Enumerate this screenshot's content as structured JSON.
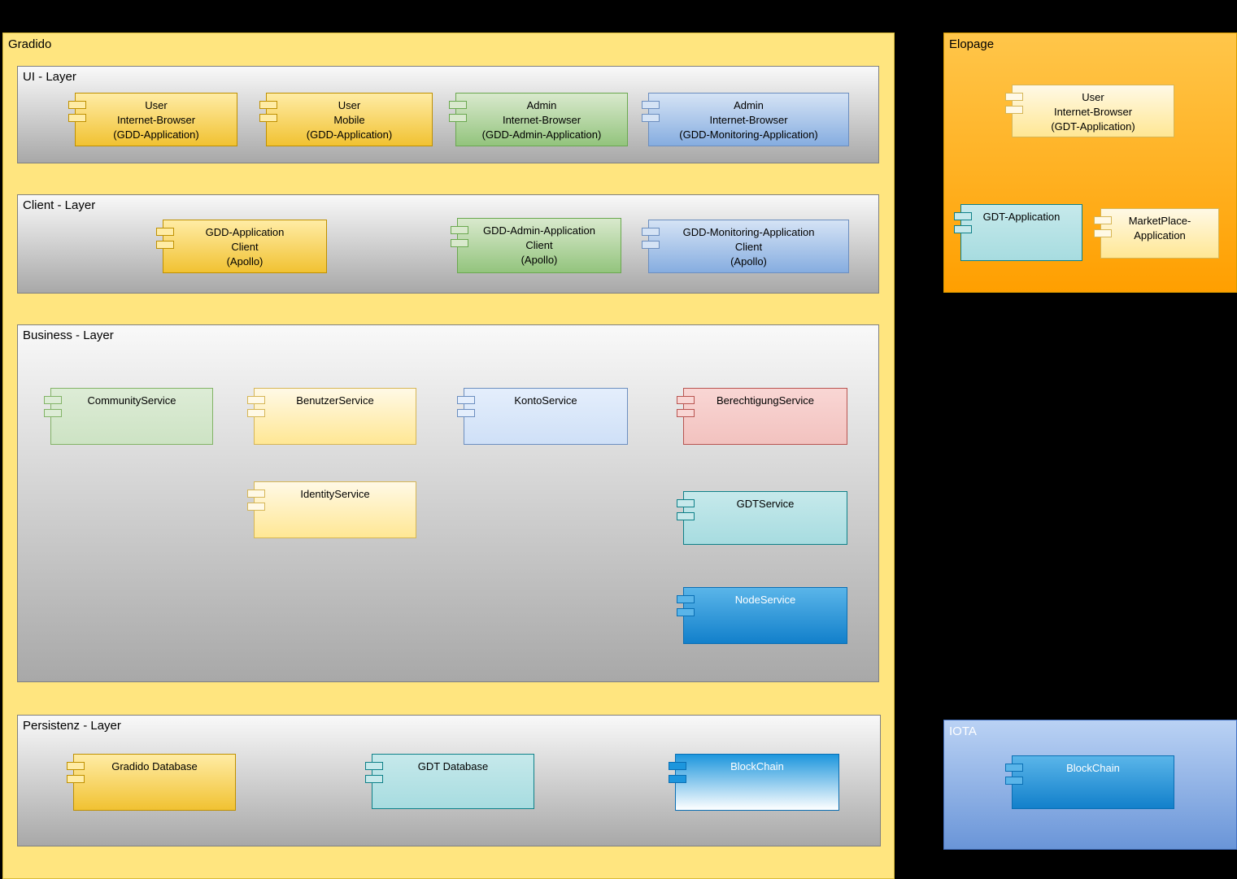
{
  "colors": {
    "canvas_bg": "#000000",
    "gradido_fill": "#ffe57f",
    "gradido_border": "#d9bb3a",
    "layer_fill_top": "#f9f9f9",
    "layer_fill_bottom": "#a8a8a8",
    "layer_border": "#808080",
    "elopage_fill_top": "#ffc64a",
    "elopage_fill_bottom": "#ff9f00",
    "elopage_border": "#d79b00",
    "iota_fill_top": "#bad2f4",
    "iota_fill_bottom": "#6a95d8",
    "iota_border": "#4472c4"
  },
  "themes": {
    "yellow": {
      "fill_top": "#ffeca5",
      "fill_bottom": "#f1c232",
      "border": "#bf9000",
      "text": "#000000"
    },
    "paleyellow": {
      "fill_top": "#fff9e6",
      "fill_bottom": "#ffe794",
      "border": "#d6b656",
      "text": "#000000"
    },
    "green": {
      "fill_top": "#d9e9cd",
      "fill_bottom": "#93c47d",
      "border": "#6aa84f",
      "text": "#000000"
    },
    "lightgreen": {
      "fill_top": "#ddecd6",
      "fill_bottom": "#cde3c4",
      "border": "#82b366",
      "text": "#000000"
    },
    "blue": {
      "fill_top": "#d5e3f5",
      "fill_bottom": "#86ade0",
      "border": "#6c8ebf",
      "text": "#000000"
    },
    "lightblue": {
      "fill_top": "#e4eefc",
      "fill_bottom": "#cfe0f7",
      "border": "#6c8ebf",
      "text": "#000000"
    },
    "pink": {
      "fill_top": "#f9d6d4",
      "fill_bottom": "#f2c2bf",
      "border": "#b85450",
      "text": "#000000"
    },
    "teal": {
      "fill_top": "#c6e9eb",
      "fill_bottom": "#a7dce0",
      "border": "#0e8088",
      "text": "#000000"
    },
    "brightblue": {
      "fill_top": "#5ab5e9",
      "fill_bottom": "#1280cb",
      "border": "#0a6fb4",
      "text": "#ffffff"
    },
    "bluefade": {
      "fill_top": "#1d96dd",
      "fill_bottom": "#ffffff",
      "border": "#0a6fb4",
      "text": "#ffffff"
    }
  },
  "gradido": {
    "title": "Gradido",
    "ui_layer": {
      "title": "UI - Layer"
    },
    "client_layer": {
      "title": "Client - Layer"
    },
    "business_layer": {
      "title": "Business - Layer"
    },
    "persistenz_layer": {
      "title": "Persistenz - Layer"
    }
  },
  "elopage": {
    "title": "Elopage"
  },
  "iota": {
    "title": "IOTA"
  },
  "components": [
    {
      "id": "ui-user-internet-browser",
      "container": "ui",
      "theme": "yellow",
      "label": "User\nInternet-Browser\n(GDD-Application)"
    },
    {
      "id": "ui-user-mobile",
      "container": "ui",
      "theme": "yellow",
      "label": "User\nMobile\n(GDD-Application)"
    },
    {
      "id": "ui-admin-internet-browser",
      "container": "ui",
      "theme": "green",
      "label": "Admin\nInternet-Browser\n(GDD-Admin-Application)"
    },
    {
      "id": "ui-admin-monitoring-browser",
      "container": "ui",
      "theme": "blue",
      "label": "Admin\nInternet-Browser\n(GDD-Monitoring-Application)"
    },
    {
      "id": "client-gdd-application",
      "container": "client",
      "theme": "yellow",
      "label": "GDD-Application\nClient\n(Apollo)"
    },
    {
      "id": "client-gdd-admin-application",
      "container": "client",
      "theme": "green",
      "label": "GDD-Admin-Application\nClient\n(Apollo)"
    },
    {
      "id": "client-gdd-monitoring-application",
      "container": "client",
      "theme": "blue",
      "label": "GDD-Monitoring-Application\nClient\n(Apollo)"
    },
    {
      "id": "business-community-service",
      "container": "business",
      "theme": "lightgreen",
      "label": "CommunityService"
    },
    {
      "id": "business-benutzer-service",
      "container": "business",
      "theme": "paleyellow",
      "label": "BenutzerService"
    },
    {
      "id": "business-konto-service",
      "container": "business",
      "theme": "lightblue",
      "label": "KontoService"
    },
    {
      "id": "business-berechtigung-service",
      "container": "business",
      "theme": "pink",
      "label": "BerechtigungService"
    },
    {
      "id": "business-identity-service",
      "container": "business",
      "theme": "paleyellow",
      "label": "IdentityService"
    },
    {
      "id": "business-gdt-service",
      "container": "business",
      "theme": "teal",
      "label": "GDTService"
    },
    {
      "id": "business-node-service",
      "container": "business",
      "theme": "brightblue",
      "label": "NodeService"
    },
    {
      "id": "persistenz-gradido-database",
      "container": "persistenz",
      "theme": "yellow",
      "label": "Gradido Database"
    },
    {
      "id": "persistenz-gdt-database",
      "container": "persistenz",
      "theme": "teal",
      "label": "GDT Database"
    },
    {
      "id": "persistenz-blockchain",
      "container": "persistenz",
      "theme": "bluefade",
      "label": "BlockChain"
    },
    {
      "id": "elopage-user-internet-browser",
      "container": "elopage",
      "theme": "paleyellow",
      "label": "User\nInternet-Browser\n(GDT-Application)"
    },
    {
      "id": "elopage-gdt-application",
      "container": "elopage",
      "theme": "teal",
      "label": "GDT-Application"
    },
    {
      "id": "elopage-marketplace-application",
      "container": "elopage",
      "theme": "paleyellow",
      "label": "MarketPlace-\nApplication"
    },
    {
      "id": "iota-blockchain",
      "container": "iota",
      "theme": "brightblue",
      "label": "BlockChain"
    }
  ]
}
